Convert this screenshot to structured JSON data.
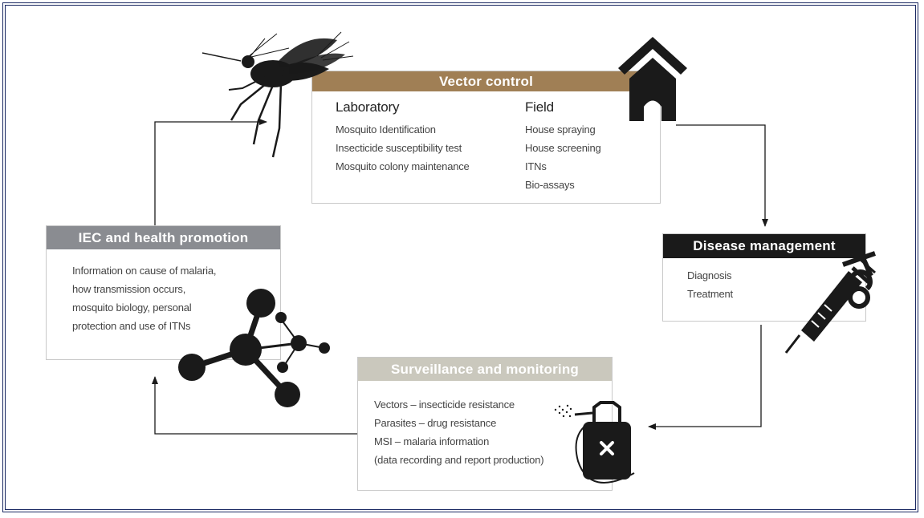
{
  "vector_control": {
    "title": "Vector control",
    "laboratory": {
      "heading": "Laboratory",
      "items": [
        "Mosquito Identification",
        "Insecticide susceptibility test",
        "Mosquito colony maintenance"
      ]
    },
    "field": {
      "heading": "Field",
      "items": [
        "House spraying",
        "House screening",
        "ITNs",
        "Bio-assays"
      ]
    }
  },
  "disease_management": {
    "title": "Disease management",
    "items": [
      "Diagnosis",
      "Treatment"
    ]
  },
  "surveillance": {
    "title": "Surveillance and monitoring",
    "items": [
      "Vectors – insecticide resistance",
      "Parasites – drug resistance",
      "MSI – malaria information",
      "(data recording and report production)"
    ]
  },
  "iec": {
    "title": "IEC and health promotion",
    "lines": [
      "Information on cause of malaria,",
      "how transmission occurs,",
      "mosquito biology, personal",
      "protection and use of ITNs"
    ]
  },
  "colors": {
    "frame": "#1c2a63",
    "vector_title_bg": "#a07f55",
    "disease_title_bg": "#1a1a1a",
    "surveillance_title_bg": "#cac8bd",
    "iec_title_bg": "#8a8c91",
    "icons": "#1a1a1a"
  }
}
